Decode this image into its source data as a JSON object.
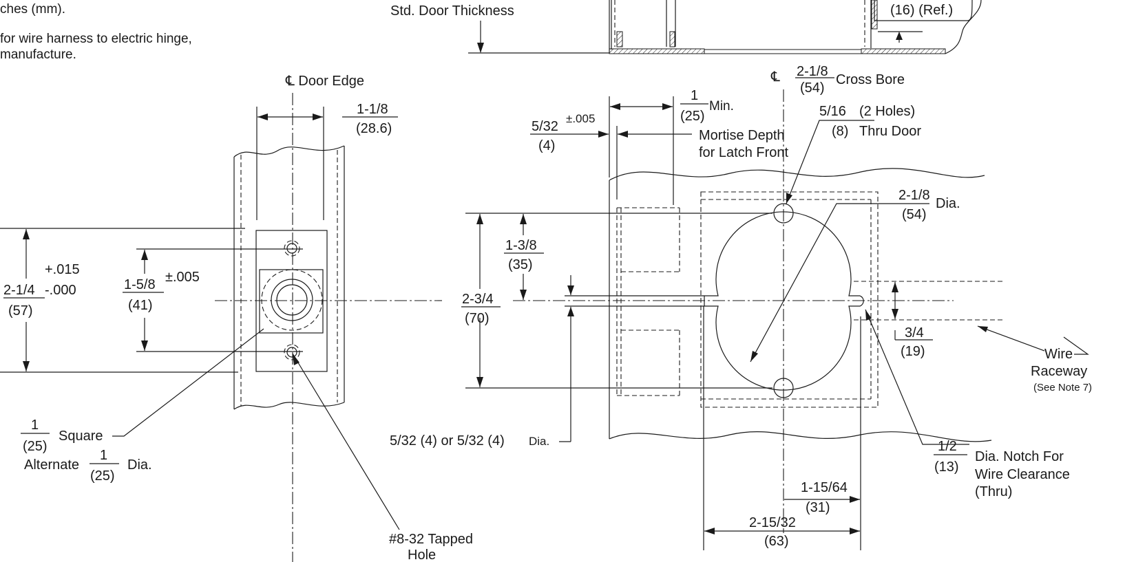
{
  "notes": {
    "line1": "ches (mm).",
    "line2": "for wire harness to electric hinge,",
    "line3": "manufacture."
  },
  "top_view": {
    "std_door_thickness": "Std. Door Thickness",
    "ref_value": "(16) (Ref.)",
    "centerline_symbol": "℄",
    "cross_bore_num": "2-1/8",
    "cross_bore_den": "(54)",
    "cross_bore_label": "Cross Bore"
  },
  "edge_view": {
    "door_edge_label": "℄ Door Edge",
    "offset_num": "1-1/8",
    "offset_den": "(28.6)",
    "height_num": "2-1/4",
    "height_den": "(57)",
    "height_tol_plus": "+.015",
    "height_tol_minus": "-.000",
    "spacing_num": "1-5/8",
    "spacing_den": "(41)",
    "spacing_tol": "±.005",
    "square_num": "1",
    "square_den": "(25)",
    "square_label": "Square",
    "alternate_label": "Alternate",
    "alt_num": "1",
    "alt_den": "(25)",
    "alt_dia": "Dia.",
    "tapped_hole_line1": "#8-32 Tapped",
    "tapped_hole_line2": "Hole"
  },
  "face_view": {
    "min_num": "1",
    "min_den": "(25)",
    "min_label": "Min.",
    "mortise_num": "5/32",
    "mortise_den": "(4)",
    "mortise_tol": "±.005",
    "mortise_line1": "Mortise Depth",
    "mortise_line2": "for Latch Front",
    "holes_num": "5/16",
    "holes_den": "(8)",
    "holes_label1": "(2 Holes)",
    "holes_label2": "Thru Door",
    "bore_num": "2-1/8",
    "bore_den": "(54)",
    "bore_dia": "Dia.",
    "hole_offset_num": "1-3/8",
    "hole_offset_den": "(35)",
    "hole_span_num": "2-3/4",
    "hole_span_den": "(70)",
    "latch_dia_text": "5/32 (4) or 5/32 (4)",
    "latch_dia_suffix": "Dia.",
    "raceway_num": "3/4",
    "raceway_den": "(19)",
    "raceway_line1": "Wire",
    "raceway_line2": "Raceway",
    "raceway_line3": "(See Note 7)",
    "notch_num": "1/2",
    "notch_den": "(13)",
    "notch_line1": "Dia. Notch For",
    "notch_line2": "Wire Clearance",
    "notch_line3": "(Thru)",
    "backset_num": "1-15/64",
    "backset_den": "(31)",
    "overall_num": "2-15/32",
    "overall_den": "(63)"
  }
}
